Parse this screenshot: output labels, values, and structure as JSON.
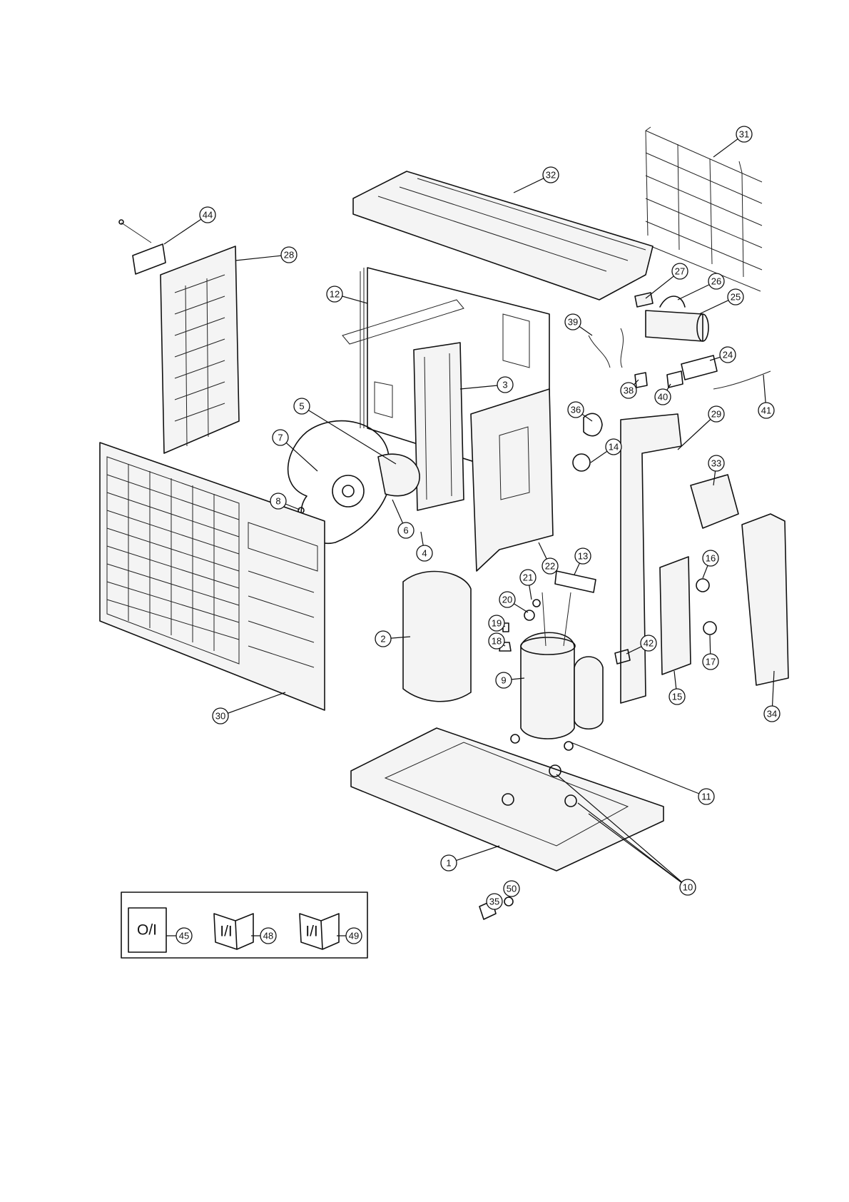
{
  "diagram": {
    "part_numbers": [
      "1",
      "2",
      "3",
      "4",
      "5",
      "6",
      "7",
      "8",
      "9",
      "10",
      "11",
      "12",
      "13",
      "14",
      "15",
      "16",
      "17",
      "18",
      "19",
      "20",
      "21",
      "22",
      "24",
      "25",
      "26",
      "27",
      "28",
      "29",
      "30",
      "31",
      "32",
      "33",
      "34",
      "35",
      "36",
      "38",
      "39",
      "40",
      "41",
      "42",
      "44",
      "45",
      "48",
      "49",
      "50"
    ],
    "documents": [
      {
        "label": "O/I",
        "number": "45"
      },
      {
        "label": "I/I",
        "number": "48"
      },
      {
        "label": "I/I",
        "number": "49"
      }
    ]
  }
}
